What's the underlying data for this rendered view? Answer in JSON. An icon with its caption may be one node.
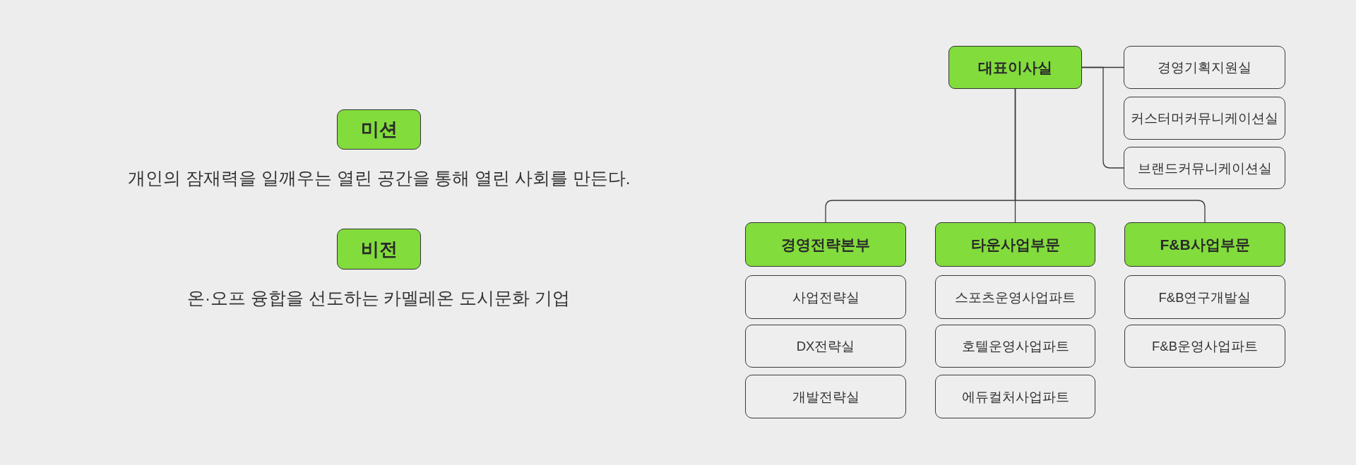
{
  "diagram": {
    "nodes": [
      {
        "text": [
          "미션"
        ],
        "beside": [
          "개인의 잠재력을 일깨우는 열린 공간을 통해 열린 사회를 만든다."
        ]
      },
      {
        "text": [
          "비전"
        ],
        "beside": [
          "온·오프 융합을 선도하는 카멜레온 도시문화 기업"
        ]
      },
      {
        "text": [
          "대표이사실"
        ]
      },
      {
        "text": [
          "경영기획지원실"
        ]
      },
      {
        "text": [
          "커스터머커뮤니케이션실"
        ]
      },
      {
        "text": [
          "브랜드커뮤니케이션실"
        ]
      },
      {
        "text": [
          "경영전략본부"
        ]
      },
      {
        "text": [
          "사업전략실"
        ]
      },
      {
        "text": [
          "DX전략실"
        ]
      },
      {
        "text": [
          "개발전략실"
        ]
      },
      {
        "text": [
          "타운사업부문"
        ]
      },
      {
        "text": [
          "스포츠운영사업파트"
        ]
      },
      {
        "text": [
          "호텔운영사업파트"
        ]
      },
      {
        "text": [
          "에듀컬처사업파트"
        ]
      },
      {
        "text": [
          "F&B사업부문"
        ]
      },
      {
        "text": [
          "F&B연구개발실"
        ]
      },
      {
        "text": [
          "F&B운영사업파트"
        ]
      }
    ],
    "edges": [
      {
        "from": 2,
        "to": 3,
        "arrow": "none"
      },
      {
        "from": 2,
        "to": 5,
        "arrow": "none"
      },
      {
        "from": 2,
        "to": 6,
        "arrow": "none"
      },
      {
        "from": 2,
        "to": 10,
        "arrow": "none"
      },
      {
        "from": 2,
        "to": 14,
        "arrow": "none"
      }
    ]
  }
}
